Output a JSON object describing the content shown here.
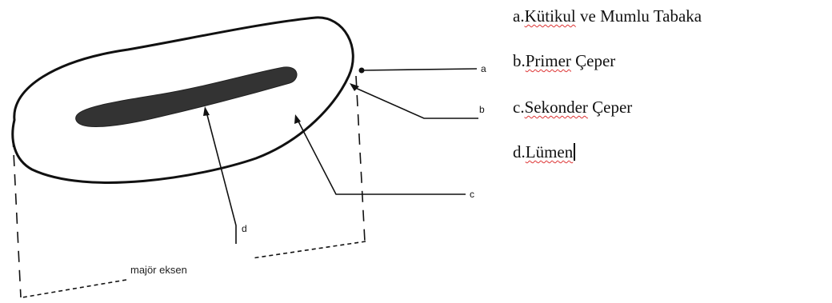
{
  "diagram": {
    "labels": {
      "a": "a",
      "b": "b",
      "c": "c",
      "d": "d"
    },
    "axis_label": "majör eksen"
  },
  "legend": {
    "items": [
      {
        "prefix": "a.",
        "word": "Kütikul",
        "rest": " ve Mumlu Tabaka"
      },
      {
        "prefix": "b.",
        "word": "Primer",
        "rest": " Çeper"
      },
      {
        "prefix": "c.",
        "word": "Sekonder",
        "rest": " Çeper"
      },
      {
        "prefix": "d.",
        "word": "Lümen",
        "rest": ""
      }
    ]
  },
  "colors": {
    "ink": "#111111",
    "spellcheck": "#dd3333"
  }
}
